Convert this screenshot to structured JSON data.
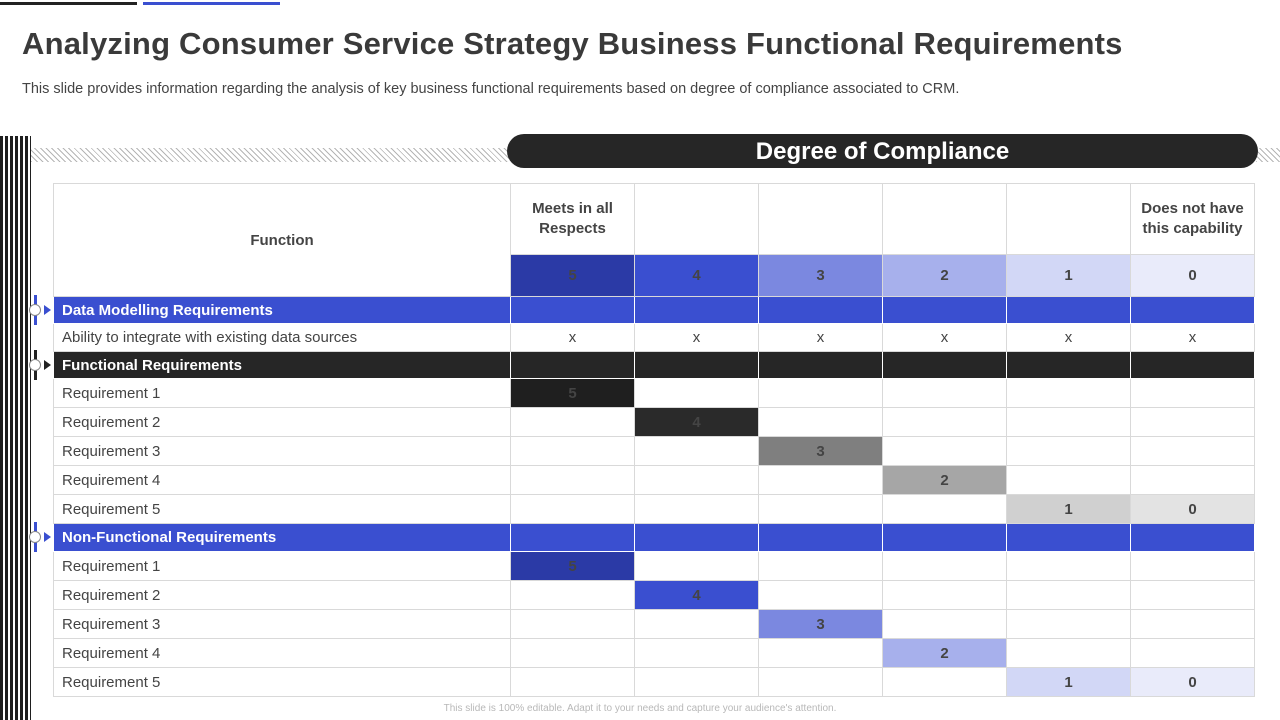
{
  "slide": {
    "title": "Analyzing Consumer Service Strategy Business Functional Requirements",
    "subtitle": "This slide provides information regarding the analysis of key business functional requirements based on degree of compliance associated to CRM.",
    "compliance_header": "Degree of Compliance",
    "footer": "This slide is 100% editable. Adapt it to your needs and capture your audience's attention."
  },
  "table": {
    "function_header": "Function",
    "meets_label": "Meets in all Respects",
    "does_not_label": "Does not have this capability",
    "scores": [
      "5",
      "4",
      "3",
      "2",
      "1",
      "0"
    ],
    "sections": [
      {
        "name": "Data Modelling Requirements",
        "rows": [
          {
            "label": "Ability to integrate with existing data sources",
            "cells": [
              "x",
              "x",
              "x",
              "x",
              "x",
              "x"
            ]
          }
        ]
      },
      {
        "name": "Functional Requirements",
        "rows": [
          {
            "label": "Requirement 1",
            "value": "5"
          },
          {
            "label": "Requirement 2",
            "value": "4"
          },
          {
            "label": "Requirement 3",
            "value": "3"
          },
          {
            "label": "Requirement 4",
            "value": "2"
          },
          {
            "label": "Requirement 5",
            "values": [
              "1",
              "0"
            ]
          }
        ]
      },
      {
        "name": "Non-Functional Requirements",
        "rows": [
          {
            "label": "Requirement 1",
            "value": "5"
          },
          {
            "label": "Requirement 2",
            "value": "4"
          },
          {
            "label": "Requirement 3",
            "value": "3"
          },
          {
            "label": "Requirement 4",
            "value": "2"
          },
          {
            "label": "Requirement 5",
            "values": [
              "1",
              "0"
            ]
          }
        ]
      }
    ]
  },
  "colors": {
    "accent_blue": "#3a4fd0",
    "dark": "#262626",
    "score_scale": [
      "#2b3aa6",
      "#3a4fd0",
      "#7b88e0",
      "#a7b0ec",
      "#d2d7f6",
      "#e9ebfa"
    ]
  }
}
